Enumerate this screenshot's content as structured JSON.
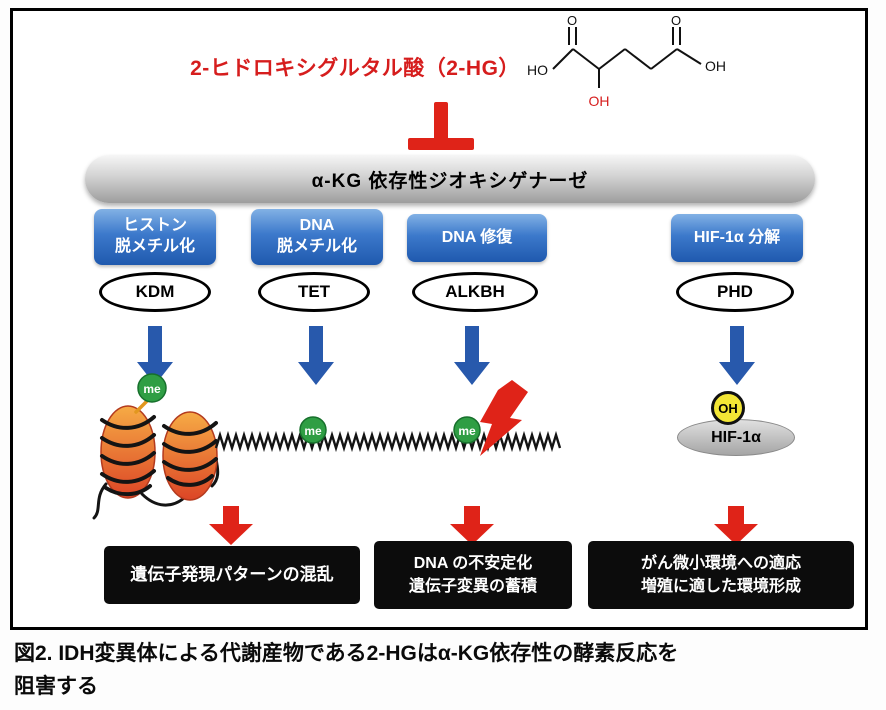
{
  "figure": {
    "title": "2-ヒドロキシグルタル酸（2-HG）",
    "banner": "α-KG 依存性ジオキシゲナーゼ",
    "chem": {
      "ho": "HO",
      "o_left": "O",
      "o_right": "O",
      "oh_center": "OH",
      "oh_right": "OH"
    },
    "columns": [
      {
        "function": "ヒストン\n脱メチル化",
        "enzyme": "KDM"
      },
      {
        "function": "DNA\n脱メチル化",
        "enzyme": "TET"
      },
      {
        "function": "DNA 修復",
        "enzyme": "ALKBH"
      },
      {
        "function": "HIF-1α 分解",
        "enzyme": "PHD"
      }
    ],
    "labels": {
      "me": "me",
      "oh": "OH",
      "hif": "HIF-1α"
    },
    "outcomes": [
      {
        "text": "遺伝子発現パターンの混乱"
      },
      {
        "text": "DNA の不安定化\n遺伝子変異の蓄積"
      },
      {
        "text": "がん微小環境への適応\n増殖に適した環境形成"
      }
    ],
    "caption": "図2. IDH変異体による代謝産物である2-HGはα-KG依存性の酵素反応を\n阻害する"
  },
  "colors": {
    "red": "#df2318",
    "blue_box": "#3c79cb",
    "arrow_blue": "#2859ac",
    "green": "#2f9e44",
    "yellow": "#f3e635",
    "black_box": "#0c0c0c"
  }
}
